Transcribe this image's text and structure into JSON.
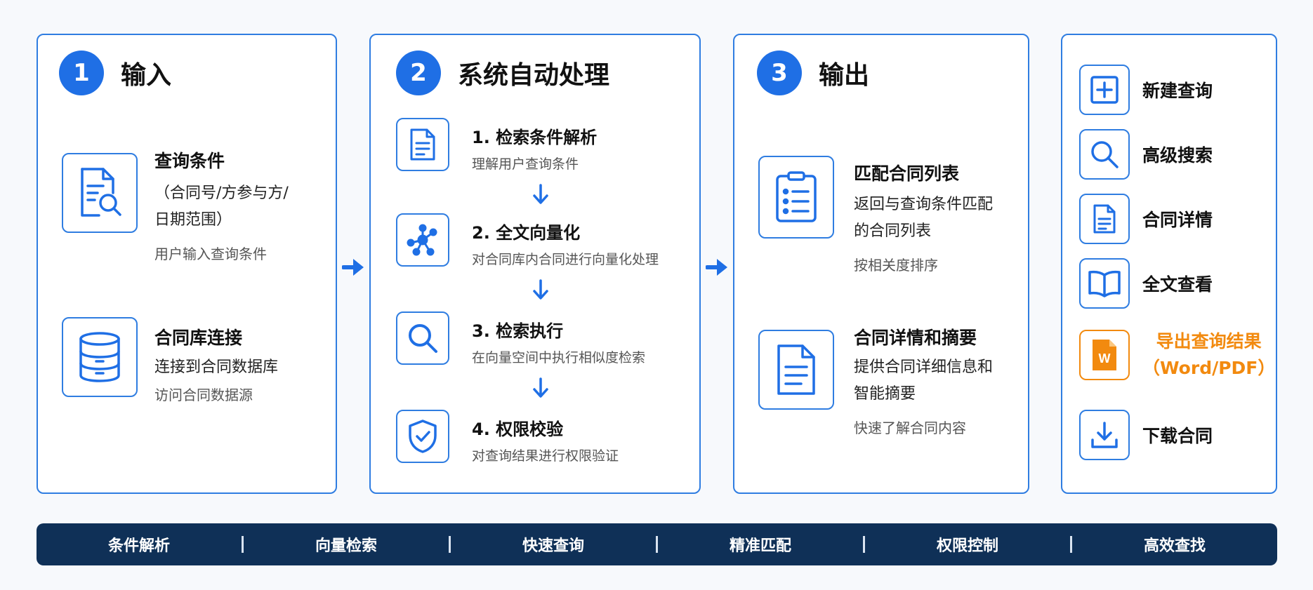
{
  "panel1": {
    "number": "1",
    "title": "输入",
    "item1": {
      "title": "查询条件",
      "line1": "（合同号/方参与方/",
      "line2": "日期范围）",
      "sub": "用户输入查询条件",
      "icon": "document-search-icon"
    },
    "item2": {
      "title": "合同库连接",
      "body": "连接到合同数据库",
      "sub": "访问合同数据源",
      "icon": "database-icon"
    }
  },
  "panel2": {
    "number": "2",
    "title": "系统自动处理",
    "steps": [
      {
        "title": "1. 检索条件解析",
        "sub": "理解用户查询条件",
        "icon": "document-icon"
      },
      {
        "title": "2. 全文向量化",
        "sub": "对合同库内合同进行向量化处理",
        "icon": "network-nodes-icon"
      },
      {
        "title": "3. 检索执行",
        "sub": "在向量空间中执行相似度检索",
        "icon": "search-icon"
      },
      {
        "title": "4. 权限校验",
        "sub": "对查询结果进行权限验证",
        "icon": "shield-check-icon"
      }
    ]
  },
  "panel3": {
    "number": "3",
    "title": "输出",
    "item1": {
      "title": "匹配合同列表",
      "line1": "返回与查询条件匹配",
      "line2": "的合同列表",
      "sub": "按相关度排序",
      "icon": "clipboard-list-icon"
    },
    "item2": {
      "title": "合同详情和摘要",
      "line1": "提供合同详细信息和",
      "line2": "智能摘要",
      "sub": "快速了解合同内容",
      "icon": "document-lines-icon"
    }
  },
  "actions": [
    {
      "label": "新建查询",
      "icon": "plus-square-icon"
    },
    {
      "label": "高级搜索",
      "icon": "search-icon"
    },
    {
      "label": "合同详情",
      "icon": "document-icon"
    },
    {
      "label": "全文查看",
      "icon": "open-book-icon"
    },
    {
      "label": "导出查询结果",
      "label2": "（Word/PDF）",
      "icon": "word-file-icon",
      "highlight_color": "#f28a0f"
    },
    {
      "label": "下载合同",
      "icon": "download-icon"
    }
  ],
  "word_icon_letter": "W",
  "features": [
    "条件解析",
    "向量检索",
    "快速查询",
    "精准匹配",
    "权限控制",
    "高效查找"
  ],
  "colors": {
    "accent": "#1f6fe5",
    "border": "#2f7de1",
    "orange": "#f28a0f",
    "bar": "#0f3057"
  }
}
